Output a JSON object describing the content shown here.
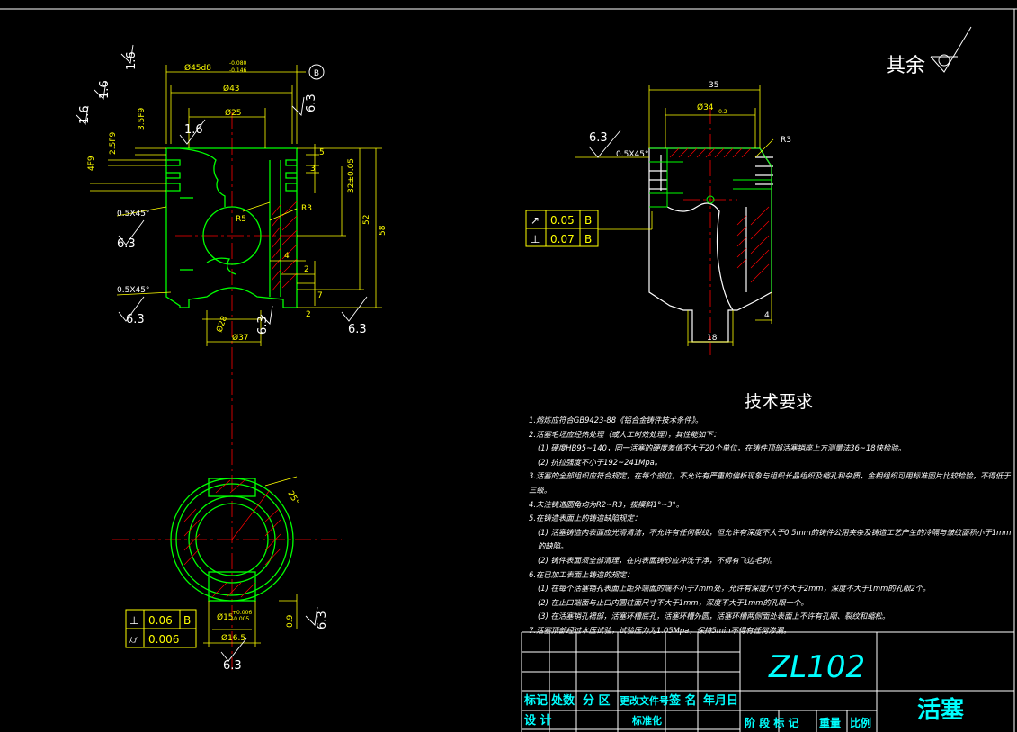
{
  "colors": {
    "background": "#000000",
    "dim": "#ffff00",
    "outline": "#00ff00",
    "hatch": "#ff0000",
    "center": "#ff0000",
    "text": "#ffffff",
    "title_cyan": "#00ffff"
  },
  "rough_rest": {
    "label": "其余"
  },
  "top_left_view": {
    "dims": {
      "d45": "Ø45d8",
      "d45_tol_up": "-0.080",
      "d45_tol_low": "-0.146",
      "d43": "Ø43",
      "d25": "Ø25",
      "d28": "Ø28",
      "d37": "Ø37",
      "R5": "R5",
      "R3": "R3",
      "h32": "32±0.05",
      "h52": "52",
      "h58": "58",
      "v5": "5",
      "v3": "3",
      "v4": "4",
      "v2a": "2",
      "v7": "7",
      "v2b": "2",
      "g35": "3.5F9",
      "g25": "2.5F9",
      "g4": "4F9",
      "chamfer1": "0.5X45°",
      "chamfer2": "0.5X45°"
    },
    "roughness": {
      "r1": "1.6",
      "r2": "1.6",
      "r3": "1.6",
      "r4": "1.6",
      "r5": "6.3",
      "r6": "6.3",
      "r7": "6.3",
      "r8": "6.3",
      "r9": "6.3"
    },
    "datum": "B"
  },
  "top_right_view": {
    "dims": {
      "d35": "35",
      "d34": "Ø34",
      "d34_tol": "-0.2",
      "R3": "R3",
      "chamfer": "0.5X45°",
      "d18": "18",
      "d4": "4"
    },
    "roughness": "6.3",
    "tol": [
      {
        "sym": "↗",
        "val": "0.05",
        "ref": "B"
      },
      {
        "sym": "⊥",
        "val": "0.07",
        "ref": "B"
      }
    ]
  },
  "bottom_view": {
    "dims": {
      "d15": "Ø15",
      "d15_up": "+0.006",
      "d15_low": "-0.005",
      "d165": "Ø16.5",
      "ang": "25°"
    },
    "tol": [
      {
        "sym": "⊥",
        "val": "0.06",
        "ref": "B"
      },
      {
        "sym": "⌭",
        "val": "0.006",
        "ref": ""
      }
    ],
    "roughness": {
      "r1": "6.3",
      "r2": "6.3"
    },
    "right_dim": "0.9"
  },
  "tech": {
    "title": "技术要求",
    "lines": [
      "1.熔炼应符合GB9423-88《铝合金铸件技术条件》。",
      "2.活塞毛坯应经热处理（或人工时效处理），其性能如下：",
      "(1) 硬度HB95~140，同一活塞的硬度差值不大于20个单位，在铸件顶部活塞销座上方测量法36~18快检验。",
      "(2) 抗拉强度不小于192~241Mpa。",
      "3.活塞的全部组织应符合规定，在每个部位，不允许有严重的偏析现象与组织长晶组织及缩孔和杂质，金相组织可用标准图片比较检验，不得低于三级。",
      "4.未注铸造圆角均为R2~R3，拔模斜1°~3°。",
      "5.在铸造表面上的铸造缺陷规定：",
      "(1) 活塞铸造内表面应光滑清洁，不允许有任何裂纹，但允许有深度不大于0.5mm的铸件公用夹杂及铸造工艺产生的冷隔与皱纹面积小于1mm的缺陷。",
      "(2) 铸件表面须全部清理，在内表面铸砂应冲洗干净，不得有飞边毛刺。",
      "6.在已加工表面上铸造的规定：",
      "(1) 在每个活塞销孔表面上距外端面的端不小于7mm处，允许有深度尺寸不大于2mm，深度不大于1mm的孔眼2个。",
      "(2) 在止口端面与止口内圆柱面尺寸不大于1mm，深度不大于1mm的孔眼一个。",
      "(3) 在活塞销孔裙部，活塞环槽底孔，活塞环槽外圆，活塞环槽两侧面处表面上不许有孔眼、裂纹和缩松。",
      "7.活塞顶部经过水压试验，试验压力为1.05Mpa，保持5min不得有任何渗漏。"
    ]
  },
  "title_block": {
    "code": "ZL102",
    "name": "活塞",
    "row1": [
      "标记",
      "处数",
      "分 区",
      "更改文件号",
      "签 名",
      "年月日"
    ],
    "row2": [
      "设 计",
      "",
      "",
      "标准化"
    ],
    "right_hdr": [
      "阶 段 标 记",
      "重量",
      "比例"
    ]
  }
}
